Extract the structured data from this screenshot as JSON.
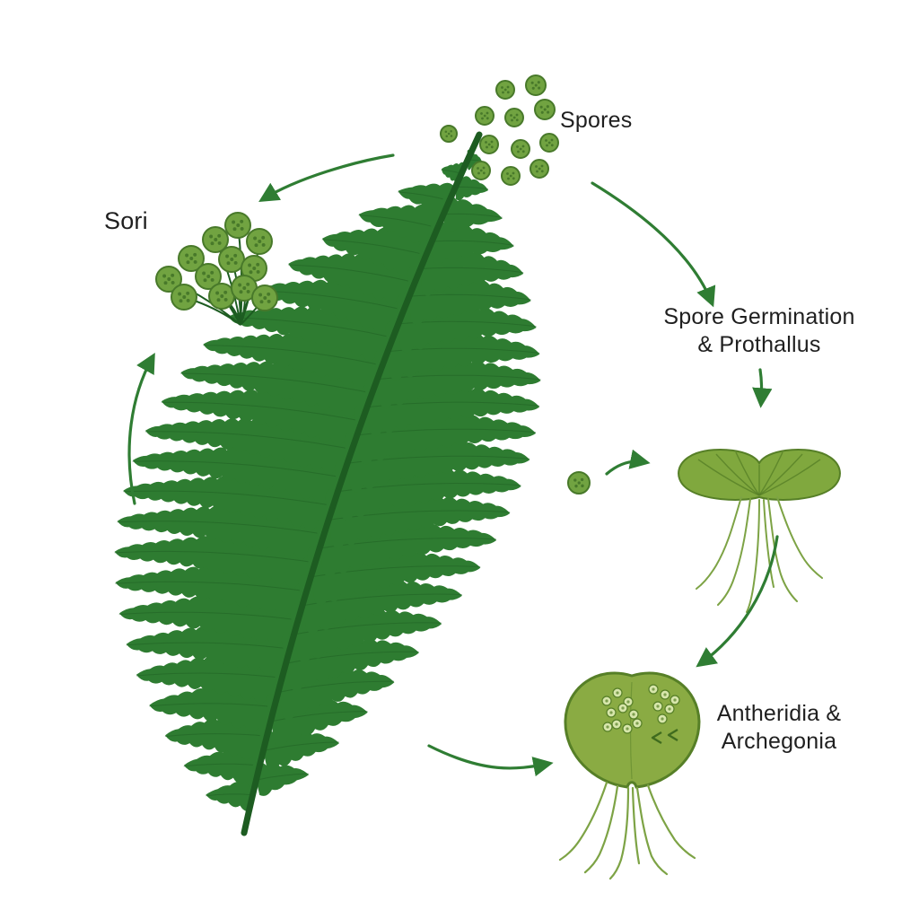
{
  "labels": {
    "spores": "Spores",
    "sori": "Sori",
    "germination_line1": "Spore Germination",
    "germination_line2": "& Prothallus",
    "gametangia_line1": "Antheridia &",
    "gametangia_line2": "Archegonia"
  },
  "palette": {
    "background": "#ffffff",
    "fern_green": "#2e7c31",
    "rachis_green": "#1d5c21",
    "arrow_green": "#2f7d33",
    "spore_fill": "#71a341",
    "spore_stroke": "#48792a",
    "prothallus_fill": "#80a83e",
    "prothallus_stroke": "#567f27",
    "gametophyte_fill": "#8aab43",
    "antheridium_fill": "#d7e6ab",
    "rhizoid": "#7da345",
    "text": "#1f1f1f"
  }
}
